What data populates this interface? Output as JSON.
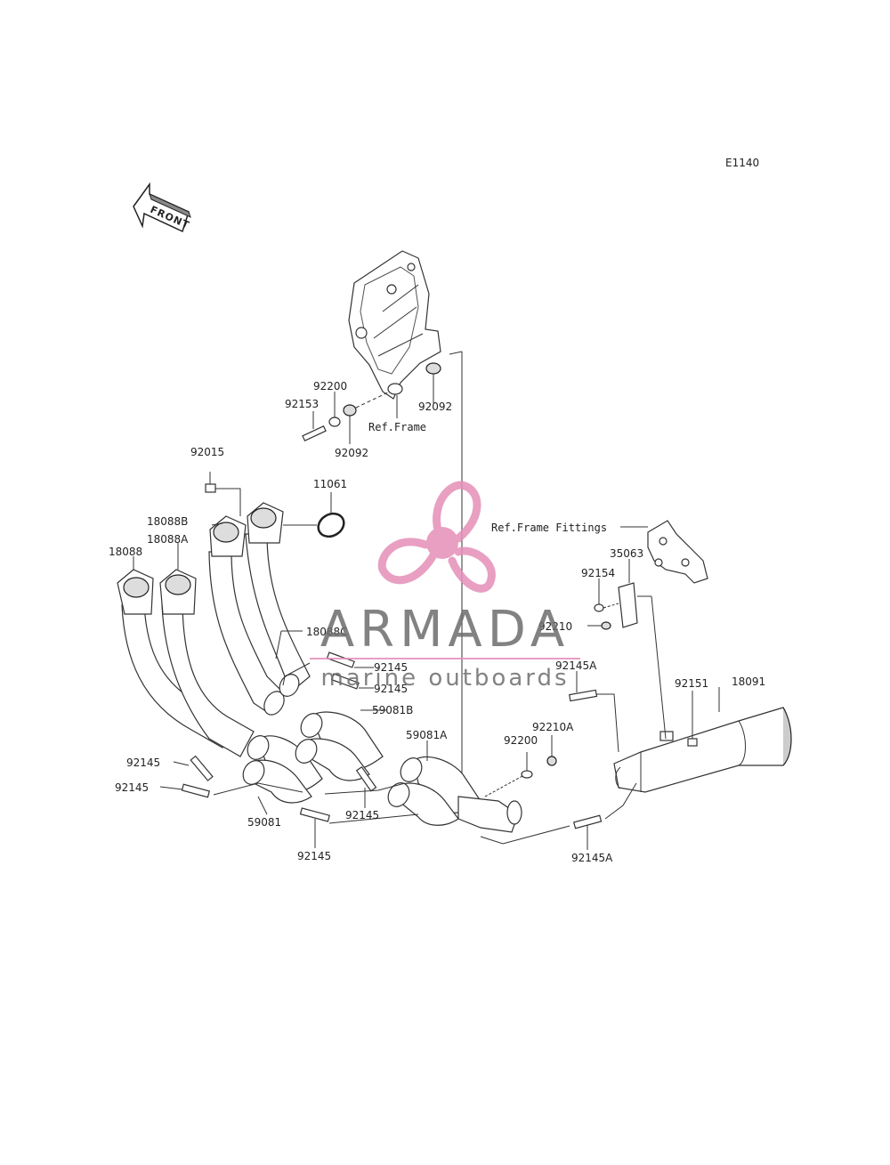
{
  "diagram_code": "E1140",
  "front_arrow_label": "FRONT",
  "watermark": {
    "brand": "ARMADA",
    "tagline": "marine outboards",
    "logo_color": "#e58fb8"
  },
  "labels": {
    "p92200_top": "92200",
    "p92153": "92153",
    "p92092_left": "92092",
    "ref_frame": "Ref.Frame",
    "p92092_right": "92092",
    "p92015": "92015",
    "p11061": "11061",
    "p18088B": "18088B",
    "p18088A": "18088A",
    "p18088": "18088",
    "p18088C": "18088C",
    "p92145_a": "92145",
    "p92145_b": "92145",
    "p59081B": "59081B",
    "p59081A": "59081A",
    "p92145_c": "92145",
    "p92145_d": "92145",
    "p59081": "59081",
    "p92145_e": "92145",
    "p92145_f": "92145",
    "ref_frame_fittings": "Ref.Frame Fittings",
    "p35063": "35063",
    "p92154": "92154",
    "p92210": "92210",
    "p92145A_top": "92145A",
    "p92151": "92151",
    "p18091": "18091",
    "p92210A": "92210A",
    "p92200_bot": "92200",
    "p92145A_bot": "92145A"
  }
}
